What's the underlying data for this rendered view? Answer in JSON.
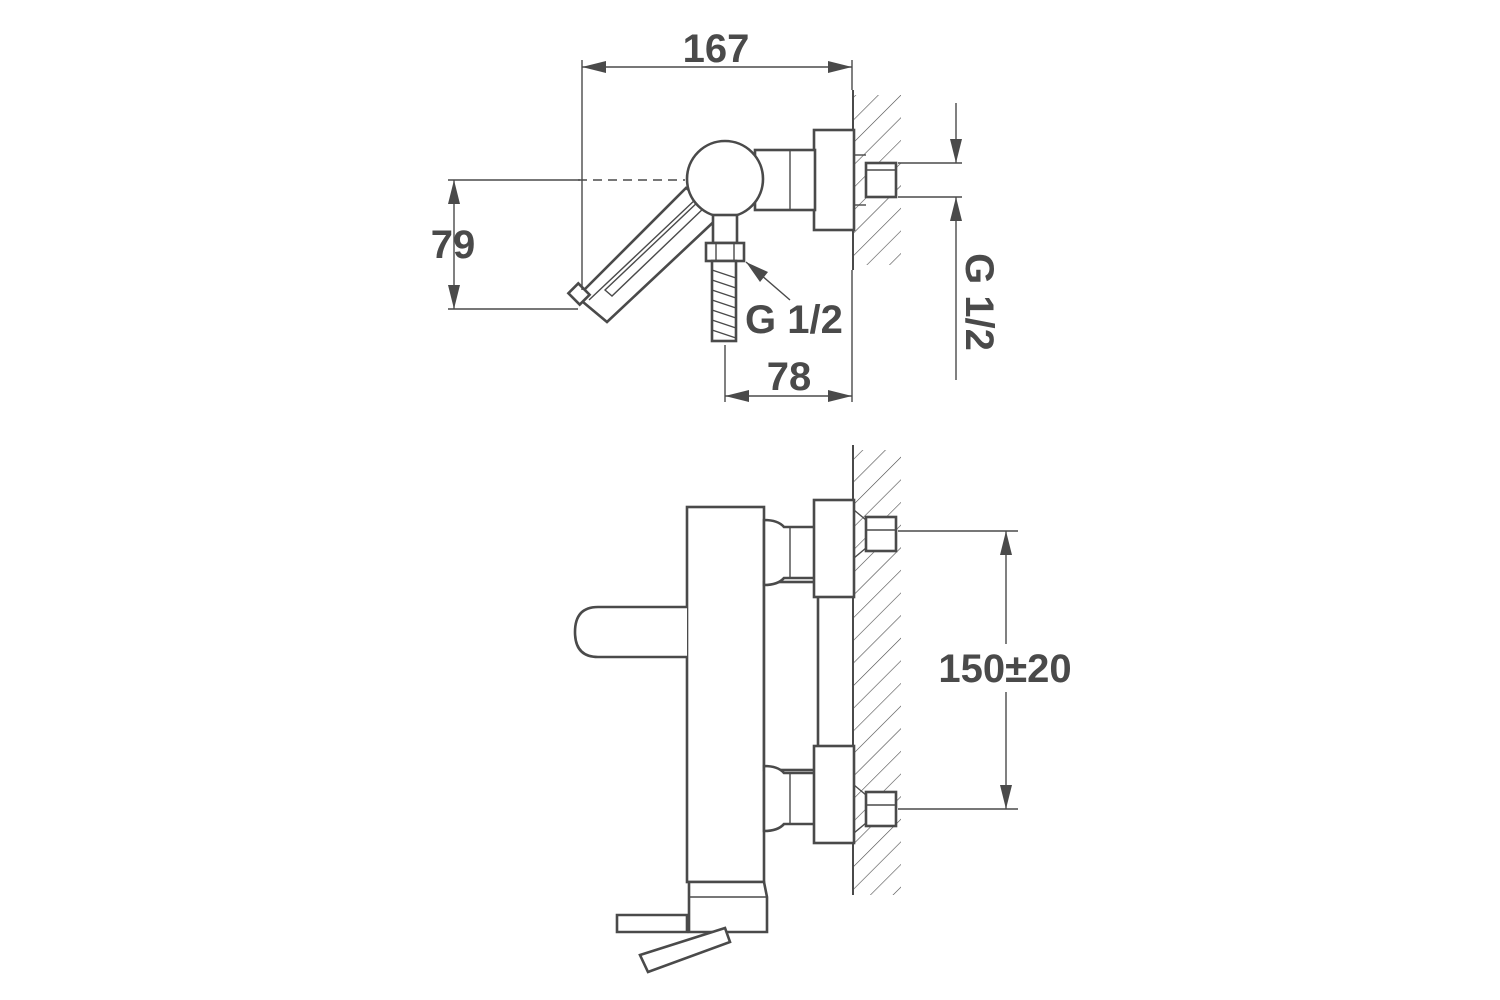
{
  "dimensions": {
    "width_total": "167",
    "height_spout": "79",
    "connection_side": "G 1/2",
    "connection_wall": "G 1/2",
    "depth_outlet": "78",
    "inlet_spacing": "150±20"
  }
}
